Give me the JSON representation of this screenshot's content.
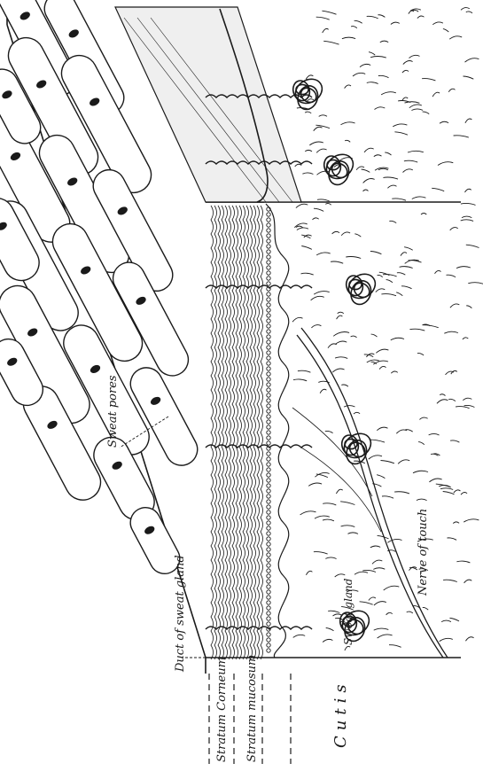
{
  "labels": {
    "sweat_pores": "Sweat pores",
    "duct_of_sweat_gland": "Duct of sweat gland",
    "stratum_corneum": "Stratum Corneum",
    "stratum_mucosum": "Stratum mucosum",
    "cutis": "Cutis",
    "sweat_gland": "Sweat gland",
    "nerve_of_touch": "Nerve of touch"
  },
  "colors": {
    "ink": "#1a1a1a",
    "paper": "#ffffff"
  }
}
